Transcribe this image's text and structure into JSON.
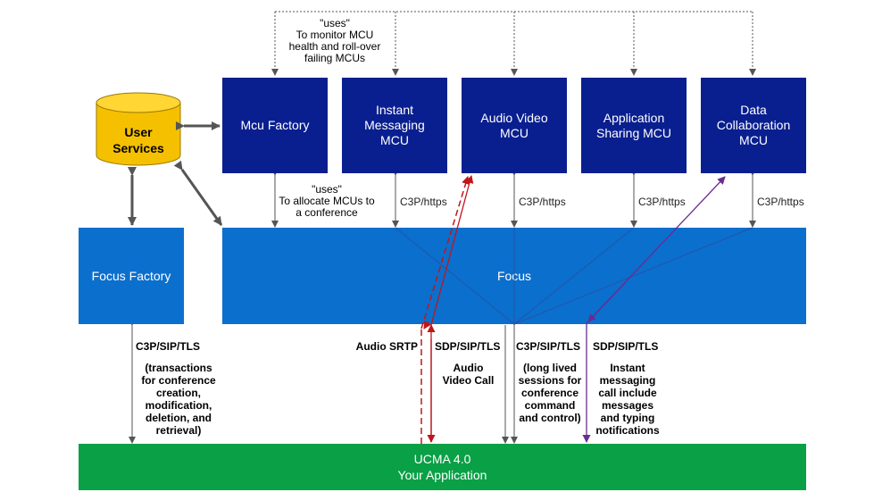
{
  "colors": {
    "mcu": "#0a1f8f",
    "focus": "#0b6fcd",
    "app": "#0aa046",
    "db": "#f5c000",
    "audio_arrow": "#c0161b",
    "im_arrow": "#6a2c91",
    "connector": "#555555"
  },
  "user_services": {
    "label": "User\nServices"
  },
  "mcus": [
    {
      "label": "Mcu Factory"
    },
    {
      "label": "Instant\nMessaging\nMCU"
    },
    {
      "label": "Audio Video\nMCU"
    },
    {
      "label": "Application\nSharing MCU"
    },
    {
      "label": "Data\nCollaboration\nMCU"
    }
  ],
  "notes": {
    "monitor": "\"uses\"\nTo monitor MCU\nhealth and roll-over\nfailing MCUs",
    "allocate": "\"uses\"\nTo allocate MCUs to\na conference"
  },
  "c3p_labels": [
    "C3P/https",
    "C3P/https",
    "C3P/https",
    "C3P/https"
  ],
  "focus_factory": {
    "label": "Focus Factory"
  },
  "focus": {
    "label": "Focus"
  },
  "bottom_labels": {
    "ff_protocol": "C3P/SIP/TLS",
    "ff_desc": "(transactions\nfor conference\ncreation,\nmodification,\ndeletion, and\nretrieval)",
    "audio_srtp": "Audio SRTP",
    "av_protocol": "SDP/SIP/TLS",
    "av_desc": "Audio\nVideo Call",
    "focus_protocol": "C3P/SIP/TLS",
    "focus_desc": "(long lived\nsessions for\nconference\ncommand\nand control)",
    "im_protocol": "SDP/SIP/TLS",
    "im_desc": "Instant\nmessaging\ncall include\nmessages\nand typing\nnotifications"
  },
  "app": {
    "line1": "UCMA 4.0",
    "line2": "Your Application"
  }
}
